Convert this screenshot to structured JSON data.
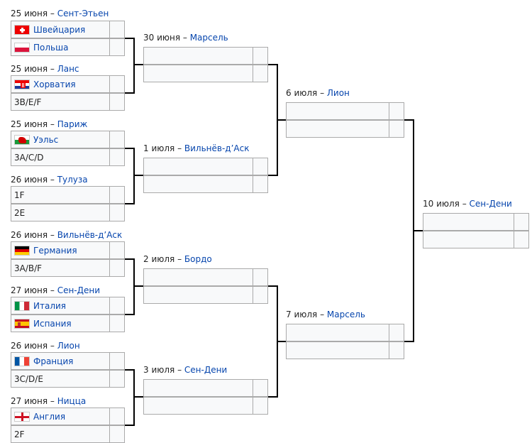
{
  "r16": [
    {
      "date": "25 июня",
      "city": "Сент-Этьен",
      "teams": [
        {
          "text": "Швейцария",
          "flag": "ch",
          "link": true
        },
        {
          "text": "Польша",
          "flag": "pl",
          "link": true
        }
      ]
    },
    {
      "date": "25 июня",
      "city": "Ланс",
      "teams": [
        {
          "text": "Хорватия",
          "flag": "hr",
          "link": true
        },
        {
          "text": "3B/E/F",
          "flag": "",
          "link": false
        }
      ]
    },
    {
      "date": "25 июня",
      "city": "Париж",
      "teams": [
        {
          "text": "Уэльс",
          "flag": "wales",
          "link": true
        },
        {
          "text": "3A/C/D",
          "flag": "",
          "link": false
        }
      ]
    },
    {
      "date": "26 июня",
      "city": "Тулуза",
      "teams": [
        {
          "text": "1F",
          "flag": "",
          "link": false
        },
        {
          "text": "2E",
          "flag": "",
          "link": false
        }
      ]
    },
    {
      "date": "26 июня",
      "city": "Вильнёв-д’Аск",
      "teams": [
        {
          "text": "Германия",
          "flag": "de",
          "link": true
        },
        {
          "text": "3A/B/F",
          "flag": "",
          "link": false
        }
      ]
    },
    {
      "date": "27 июня",
      "city": "Сен-Дени",
      "teams": [
        {
          "text": "Италия",
          "flag": "it",
          "link": true
        },
        {
          "text": "Испания",
          "flag": "es",
          "link": true
        }
      ]
    },
    {
      "date": "26 июня",
      "city": "Лион",
      "teams": [
        {
          "text": "Франция",
          "flag": "fr",
          "link": true
        },
        {
          "text": "3C/D/E",
          "flag": "",
          "link": false
        }
      ]
    },
    {
      "date": "27 июня",
      "city": "Ницца",
      "teams": [
        {
          "text": "Англия",
          "flag": "en",
          "link": true
        },
        {
          "text": "2F",
          "flag": "",
          "link": false
        }
      ]
    }
  ],
  "qf": [
    {
      "date": "30 июня",
      "city": "Марсель"
    },
    {
      "date": "1 июля",
      "city": "Вильнёв-д’Аск"
    },
    {
      "date": "2 июля",
      "city": "Бордо"
    },
    {
      "date": "3 июля",
      "city": "Сен-Дени"
    }
  ],
  "sf": [
    {
      "date": "6 июля",
      "city": "Лион"
    },
    {
      "date": "7 июля",
      "city": "Марсель"
    }
  ],
  "final": {
    "date": "10 июля",
    "city": "Сен-Дени"
  },
  "separator": " – ",
  "colors": {
    "link": "#0645ad",
    "border": "#aaa",
    "cell_bg": "#f8f9fa",
    "line": "#000000"
  }
}
